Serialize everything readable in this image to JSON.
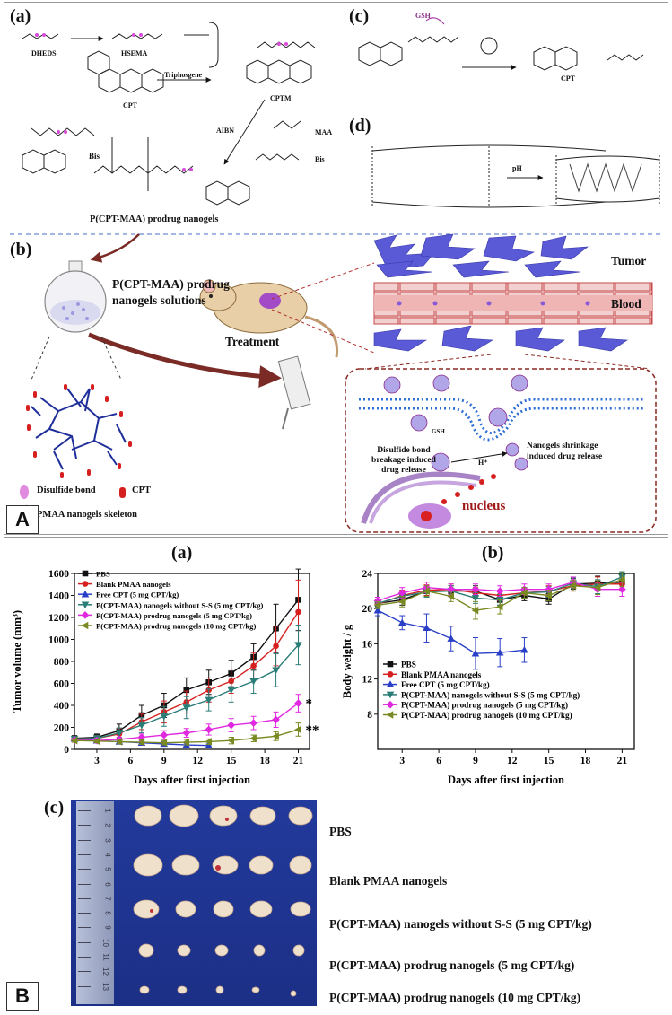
{
  "panel_A": {
    "letter": "A",
    "sub_a": "(a)",
    "sub_b": "(b)",
    "sub_c": "(c)",
    "sub_d": "(d)",
    "chem": {
      "dhe_ds": "DHEDS",
      "hsema": "HSEMA",
      "cpt": "CPT",
      "cptm": "CPTM",
      "triphosgene": "Triphosgene",
      "aibn": "AIBN",
      "maa": "MAA",
      "bis": "Bis",
      "bis_center": "Bis",
      "gsh": "GSH",
      "cpt_c": "CPT",
      "ph": "pH"
    },
    "nanogel_title": "P(CPT-MAA) prodrug nanogels",
    "flask_label_1": "P(CPT-MAA) prodrug",
    "flask_label_2": "nanogels solutions",
    "treatment": "Treatment",
    "tumor": "Tumor",
    "blood": "Blood",
    "legend_disulfide": "Disulfide bond",
    "legend_cpt": "CPT",
    "legend_pmaa": "PMAA nanogels skeleton",
    "mech_gsh": "GSH",
    "mech_h": "H⁺",
    "mech_left_1": "Disulfide bond",
    "mech_left_2": "breakage induced",
    "mech_left_3": "drug release",
    "mech_right_1": "Nanogels shrinkage",
    "mech_right_2": "induced drug release",
    "nucleus": "nucleus",
    "colors": {
      "tumor_cells": "#5a5ad6",
      "blood_vessel": "#e9a3a3",
      "arrow": "#7a2b25",
      "dash": "#8a2a22"
    }
  },
  "panel_B": {
    "letter": "B",
    "sub_a": "(a)",
    "sub_b": "(b)",
    "sub_c": "(c)",
    "photo_groups": [
      "PBS",
      "Blank PMAA nanogels",
      "P(CPT-MAA)  nanogels without S-S (5 mg CPT/kg)",
      "P(CPT-MAA)  prodrug nanogels (5 mg CPT/kg)",
      "P(CPT-MAA)  prodrug nanogels (10 mg CPT/kg)"
    ],
    "ruler_marks": [
      "1",
      "2",
      "3",
      "4",
      "5",
      "6",
      "7",
      "8",
      "9",
      "10",
      "11",
      "12",
      "13"
    ]
  },
  "chart_data": [
    {
      "type": "line",
      "title": "(a)",
      "xlabel": "Days after first injection",
      "ylabel": "Tumor volume (mm³)",
      "xlim": [
        1,
        22
      ],
      "ylim": [
        0,
        1600
      ],
      "xticks": [
        3,
        6,
        9,
        12,
        15,
        18,
        21
      ],
      "yticks": [
        0,
        200,
        400,
        600,
        800,
        1000,
        1200,
        1400,
        1600
      ],
      "legend_position": "top-left",
      "annotations": [
        {
          "text": "*",
          "x": 21,
          "y": 420
        },
        {
          "text": "**",
          "x": 21,
          "y": 180
        }
      ],
      "series": [
        {
          "name": "PBS",
          "color": "#111111",
          "marker": "square",
          "x": [
            1,
            3,
            5,
            7,
            9,
            11,
            13,
            15,
            17,
            19,
            21
          ],
          "y": [
            100,
            110,
            170,
            310,
            400,
            540,
            610,
            690,
            840,
            1100,
            1360
          ],
          "err": [
            25,
            30,
            60,
            90,
            110,
            110,
            110,
            120,
            120,
            220,
            280
          ]
        },
        {
          "name": "Blank PMAA nanogels",
          "color": "#d62020",
          "marker": "circle",
          "x": [
            1,
            3,
            5,
            7,
            9,
            11,
            13,
            15,
            17,
            19,
            21
          ],
          "y": [
            95,
            100,
            140,
            250,
            340,
            430,
            540,
            620,
            760,
            940,
            1250
          ],
          "err": [
            20,
            25,
            50,
            70,
            100,
            100,
            110,
            110,
            120,
            180,
            290
          ]
        },
        {
          "name": "Free CPT (5 mg CPT/kg)",
          "color": "#2a3fc8",
          "marker": "triangle-up",
          "x": [
            1,
            3,
            5,
            7,
            9,
            11,
            13
          ],
          "y": [
            95,
            80,
            70,
            60,
            50,
            40,
            35
          ],
          "err": [
            15,
            20,
            20,
            20,
            20,
            15,
            15
          ]
        },
        {
          "name": "P(CPT-MAA) nanogels without S-S (5 mg CPT/kg)",
          "color": "#2b7d78",
          "marker": "triangle-down",
          "x": [
            1,
            3,
            5,
            7,
            9,
            11,
            13,
            15,
            17,
            19,
            21
          ],
          "y": [
            95,
            100,
            150,
            220,
            300,
            380,
            450,
            540,
            620,
            720,
            950
          ],
          "err": [
            20,
            25,
            45,
            70,
            90,
            100,
            100,
            110,
            110,
            150,
            180
          ]
        },
        {
          "name": "P(CPT-MAA) prodrug nanogels (5 mg CPT/kg)",
          "color": "#e028e0",
          "marker": "diamond",
          "x": [
            1,
            3,
            5,
            7,
            9,
            11,
            13,
            15,
            17,
            19,
            21
          ],
          "y": [
            85,
            80,
            90,
            110,
            130,
            150,
            180,
            220,
            240,
            270,
            420
          ],
          "err": [
            15,
            20,
            20,
            30,
            40,
            40,
            50,
            60,
            60,
            70,
            80
          ]
        },
        {
          "name": "P(CPT-MAA) prodrug nanogels (10 mg CPT/kg)",
          "color": "#7a8a22",
          "marker": "triangle-left",
          "x": [
            1,
            3,
            5,
            7,
            9,
            11,
            13,
            15,
            17,
            19,
            21
          ],
          "y": [
            80,
            75,
            70,
            65,
            60,
            65,
            70,
            80,
            100,
            120,
            180
          ],
          "err": [
            15,
            15,
            20,
            20,
            20,
            25,
            25,
            30,
            30,
            40,
            60
          ]
        }
      ]
    },
    {
      "type": "line",
      "title": "(b)",
      "xlabel": "Days after first injection",
      "ylabel": "Body weight / g",
      "xlim": [
        1,
        22
      ],
      "ylim": [
        4,
        24
      ],
      "xticks": [
        3,
        6,
        9,
        12,
        15,
        18,
        21
      ],
      "yticks": [
        8,
        12,
        16,
        20,
        24
      ],
      "legend_position": "bottom-left",
      "series": [
        {
          "name": "PBS",
          "color": "#111111",
          "marker": "square",
          "x": [
            1,
            3,
            5,
            7,
            9,
            11,
            13,
            15,
            17,
            19,
            21
          ],
          "y": [
            20.6,
            21.0,
            22.0,
            22.0,
            22.0,
            21.0,
            21.5,
            21.1,
            22.8,
            22.9,
            23.0
          ],
          "err": [
            0.4,
            0.6,
            0.6,
            0.6,
            0.6,
            0.6,
            0.6,
            0.6,
            0.6,
            0.8,
            0.8
          ]
        },
        {
          "name": "Blank PMAA nanogels",
          "color": "#d62020",
          "marker": "circle",
          "x": [
            1,
            3,
            5,
            7,
            9,
            11,
            13,
            15,
            17,
            19,
            21
          ],
          "y": [
            20.5,
            21.5,
            22.1,
            22.2,
            21.8,
            21.5,
            21.8,
            22.0,
            22.6,
            22.8,
            22.8
          ],
          "err": [
            0.4,
            0.6,
            0.6,
            0.6,
            0.6,
            0.6,
            0.6,
            0.6,
            0.6,
            0.8,
            0.8
          ]
        },
        {
          "name": "Free CPT (5 mg CPT/kg)",
          "color": "#2a3fc8",
          "marker": "triangle-up",
          "x": [
            1,
            3,
            5,
            7,
            9,
            11,
            13
          ],
          "y": [
            19.8,
            18.4,
            17.8,
            16.6,
            14.9,
            15.0,
            15.3
          ],
          "err": [
            0.6,
            0.8,
            1.6,
            1.4,
            1.8,
            1.6,
            1.4
          ]
        },
        {
          "name": "P(CPT-MAA) nanogels without S-S (5 mg CPT/kg)",
          "color": "#2b7d78",
          "marker": "triangle-down",
          "x": [
            1,
            3,
            5,
            7,
            9,
            11,
            13,
            15,
            17,
            19,
            21
          ],
          "y": [
            20.6,
            21.4,
            21.9,
            22.0,
            21.2,
            21.0,
            21.8,
            21.9,
            22.9,
            22.5,
            23.6
          ],
          "err": [
            0.4,
            0.6,
            0.6,
            0.6,
            0.6,
            0.6,
            0.6,
            0.6,
            0.6,
            0.8,
            0.6
          ]
        },
        {
          "name": "P(CPT-MAA) prodrug nanogels (5 mg CPT/kg)",
          "color": "#e028e0",
          "marker": "diamond",
          "x": [
            1,
            3,
            5,
            7,
            9,
            11,
            13,
            15,
            17,
            19,
            21
          ],
          "y": [
            20.9,
            21.8,
            22.4,
            22.2,
            22.2,
            22.0,
            22.2,
            22.2,
            23.0,
            22.2,
            22.2
          ],
          "err": [
            0.4,
            0.6,
            0.6,
            0.6,
            0.6,
            0.6,
            0.6,
            0.6,
            0.6,
            0.8,
            0.8
          ]
        },
        {
          "name": "P(CPT-MAA) prodrug nanogels (10 mg CPT/kg)",
          "color": "#7a8a22",
          "marker": "triangle-left",
          "x": [
            1,
            3,
            5,
            7,
            9,
            11,
            13,
            15,
            17,
            19,
            21
          ],
          "y": [
            20.4,
            20.8,
            22.0,
            21.4,
            19.8,
            20.2,
            21.8,
            21.5,
            22.6,
            22.4,
            23.3
          ],
          "err": [
            0.4,
            0.6,
            0.6,
            0.6,
            1.0,
            0.8,
            0.6,
            0.6,
            0.6,
            0.8,
            0.8
          ]
        }
      ]
    }
  ]
}
